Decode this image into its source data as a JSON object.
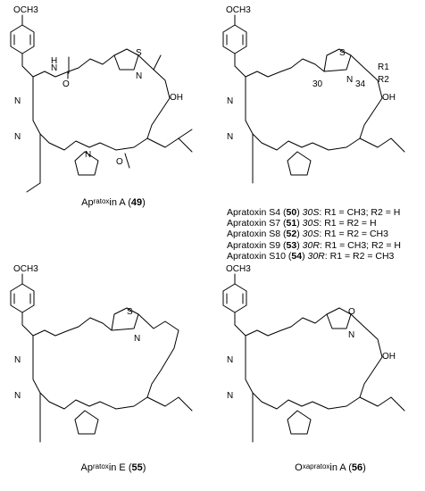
{
  "compounds": [
    {
      "prefix": "Ap",
      "mid": "ratox",
      "tail": "in A",
      "num": "49"
    },
    {
      "prefix": "Ap",
      "mid": "ratox",
      "tail": "in E",
      "num": "55"
    },
    {
      "prefix": "O",
      "mid": "xapratox",
      "tail": "in A",
      "num": "56"
    }
  ],
  "series": [
    {
      "name": "Apratoxin S4",
      "num": "50",
      "config": "30S",
      "r": "R1 = CH3; R2 = H"
    },
    {
      "name": "Apratoxin S7",
      "num": "51",
      "config": "30S",
      "r": "R1 = R2 = H"
    },
    {
      "name": "Apratoxin S8",
      "num": "52",
      "config": "30S",
      "r": "R1 = R2 = CH3"
    },
    {
      "name": "Apratoxin S9",
      "num": "53",
      "config": "30R",
      "r": "R1 = CH3; R2 = H"
    },
    {
      "name": "Apratoxin S10",
      "num": "54",
      "config": "30R",
      "r": "R1 = R2 = CH3"
    }
  ],
  "atoms": {
    "methoxy": "OCH3",
    "S": "S",
    "N": "N",
    "O": "O",
    "H": "H",
    "OH": "OH",
    "n30": "30",
    "n34": "34",
    "R1": "R1",
    "R2": "R2"
  }
}
